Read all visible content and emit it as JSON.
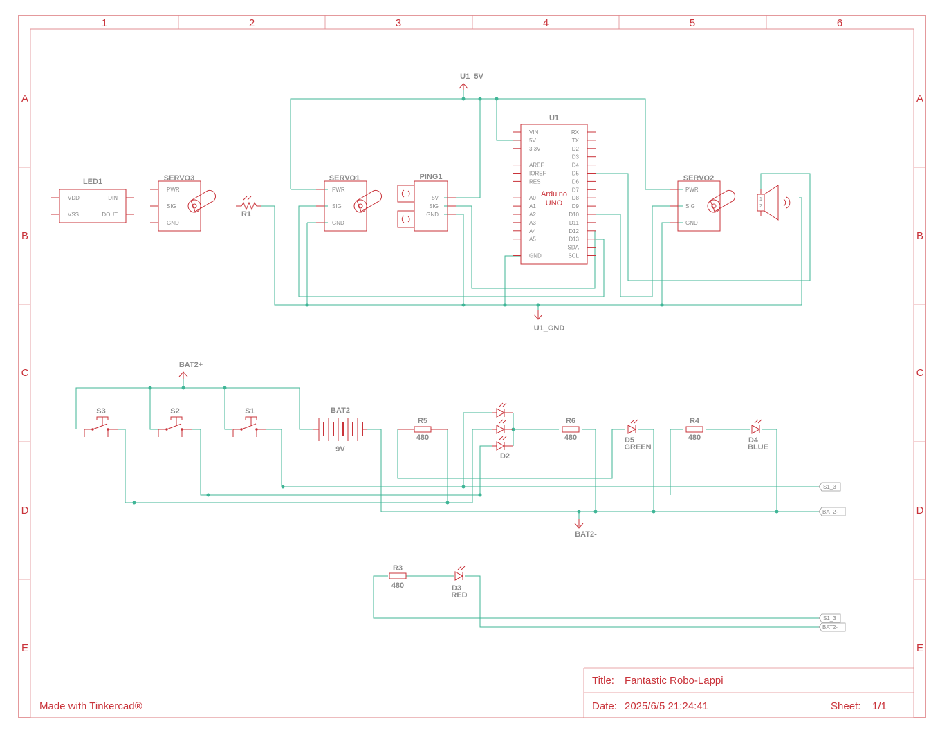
{
  "frame": {
    "columns": [
      "1",
      "2",
      "3",
      "4",
      "5",
      "6"
    ],
    "rows": [
      "A",
      "B",
      "C",
      "D",
      "E"
    ]
  },
  "credit": "Made with Tinkercad®",
  "title_block": {
    "title_label": "Title:",
    "title_value": "Fantastic Robo-Lappi",
    "date_label": "Date:",
    "date_value": "2025/6/5 21:24:41",
    "sheet_label": "Sheet:",
    "sheet_value": "1/1"
  },
  "power": {
    "u1_5v": "U1_5V",
    "u1_gnd": "U1_GND",
    "bat2_pos": "BAT2+",
    "bat2_neg": "BAT2-"
  },
  "components": {
    "led1": {
      "name": "LED1",
      "pins": [
        "VDD",
        "VSS",
        "DIN",
        "DOUT"
      ]
    },
    "servo3": {
      "name": "SERVO3",
      "pins": [
        "PWR",
        "SIG",
        "GND"
      ]
    },
    "servo1": {
      "name": "SERVO1",
      "pins": [
        "PWR",
        "SIG",
        "GND"
      ]
    },
    "servo2": {
      "name": "SERVO2",
      "pins": [
        "PWR",
        "SIG",
        "GND"
      ]
    },
    "r1": {
      "name": "R1"
    },
    "ping1": {
      "name": "PING1",
      "pins": [
        "5V",
        "SIG",
        "GND"
      ]
    },
    "u1": {
      "name": "U1",
      "body1": "Arduino",
      "body2": "UNO",
      "left_pins": [
        "VIN",
        "5V",
        "3.3V",
        "AREF",
        "IOREF",
        "RES",
        "A0",
        "A1",
        "A2",
        "A3",
        "A4",
        "A5",
        "GND"
      ],
      "right_pins": [
        "RX",
        "TX",
        "D2",
        "D3",
        "D4",
        "D5",
        "D6",
        "D7",
        "D8",
        "D9",
        "D10",
        "D11",
        "D12",
        "D13",
        "SDA",
        "SCL"
      ]
    },
    "speaker_pins": [
      "1",
      "2"
    ],
    "s3": {
      "name": "S3"
    },
    "s2": {
      "name": "S2"
    },
    "s1": {
      "name": "S1"
    },
    "bat2": {
      "name": "BAT2",
      "value": "9V"
    },
    "r5": {
      "name": "R5",
      "value": "480"
    },
    "r6": {
      "name": "R6",
      "value": "480"
    },
    "r4": {
      "name": "R4",
      "value": "480"
    },
    "r3": {
      "name": "R3",
      "value": "480"
    },
    "d2": {
      "name": "D2"
    },
    "d5": {
      "name": "D5",
      "value": "GREEN"
    },
    "d4": {
      "name": "D4",
      "value": "BLUE"
    },
    "d3": {
      "name": "D3",
      "value": "RED"
    }
  },
  "net_labels": {
    "s1_3": "S1_3",
    "bat2_neg": "BAT2-"
  }
}
